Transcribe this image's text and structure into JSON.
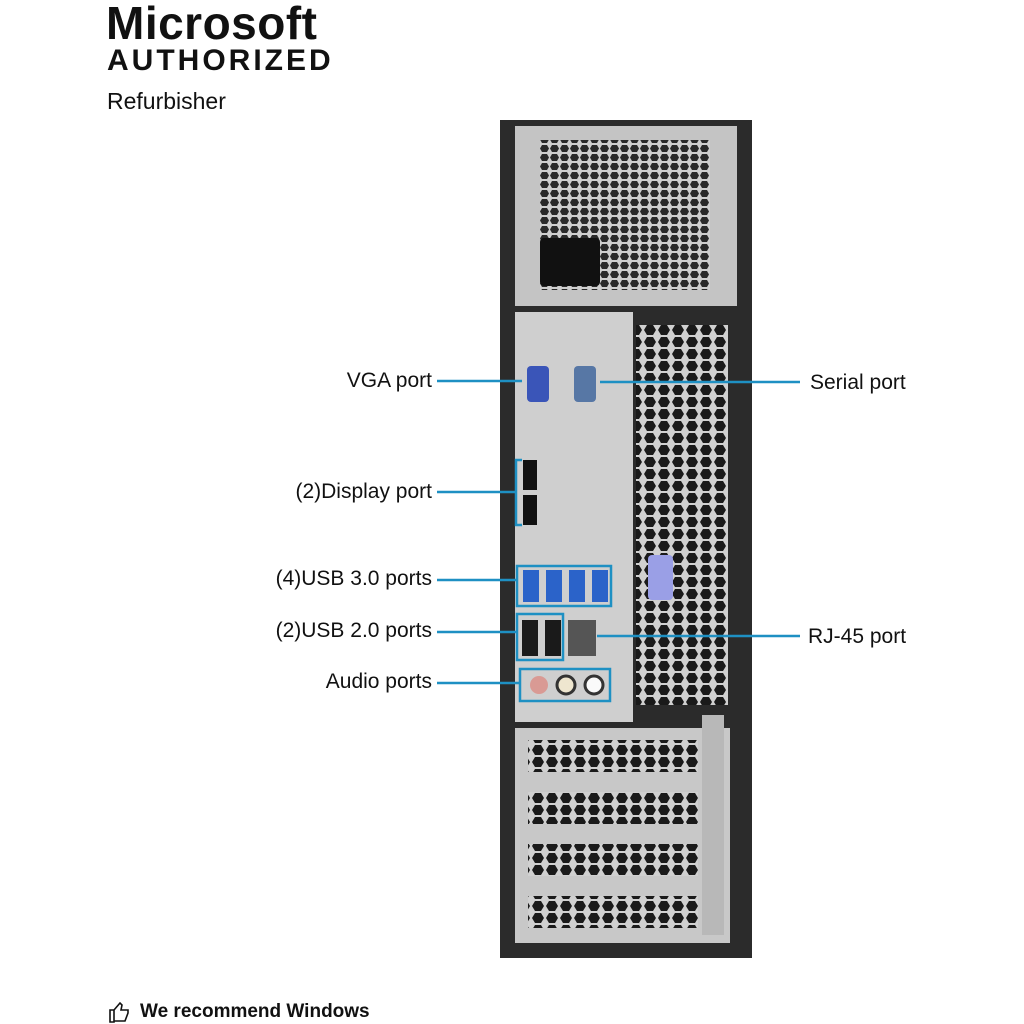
{
  "logo": {
    "line1": "Microsoft",
    "line2": "AUTHORIZED",
    "line3": "Refurbisher"
  },
  "callouts": {
    "vga": "VGA port",
    "serial": "Serial port",
    "display": "(2)Display port",
    "usb3": "(4)USB 3.0 ports",
    "usb2": "(2)USB 2.0 ports",
    "rj45": "RJ-45 port",
    "audio": "Audio ports"
  },
  "footer": {
    "text": "We recommend Windows",
    "icon": "thumbs-up-icon"
  },
  "colors": {
    "callout": "#1e90c3",
    "usb3": "#2b63c9",
    "chassis": "#2b2b2b",
    "panel": "#c9c9c9"
  }
}
